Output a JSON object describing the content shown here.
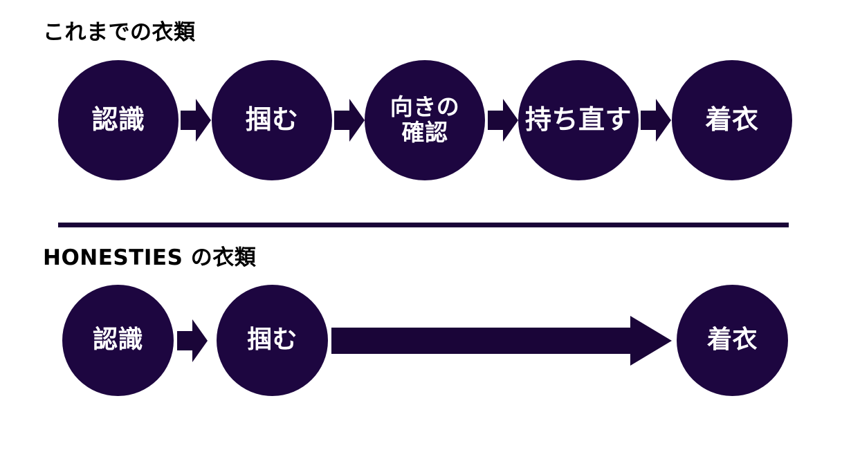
{
  "theme": {
    "background": "#ffffff",
    "node_fill": "#1d0640",
    "arrow_fill": "#1a0538",
    "divider_color": "#1a0538",
    "node_text_color": "#ffffff",
    "heading_text_color": "#000000"
  },
  "sections": [
    {
      "id": "conventional",
      "heading": "これまでの衣類",
      "steps": [
        {
          "label": "認識",
          "lines": 1
        },
        {
          "label": "掴む",
          "lines": 1
        },
        {
          "label": "向きの\n確認",
          "lines": 2
        },
        {
          "label": "持ち直す",
          "lines": 1
        },
        {
          "label": "着衣",
          "lines": 1
        }
      ],
      "connector_type": "short-block-arrow",
      "connector_count": 4
    },
    {
      "id": "honesties",
      "heading": "HONESTIES の衣類",
      "steps": [
        {
          "label": "認識",
          "lines": 1
        },
        {
          "label": "掴む",
          "lines": 1
        },
        {
          "label": "着衣",
          "lines": 1
        }
      ],
      "connector_type": "mixed",
      "connectors": [
        {
          "kind": "short-block-arrow"
        },
        {
          "kind": "long-block-arrow"
        }
      ]
    }
  ],
  "icons": {
    "short_arrow": "right-block-arrow-icon",
    "long_arrow": "long-right-block-arrow-icon"
  }
}
